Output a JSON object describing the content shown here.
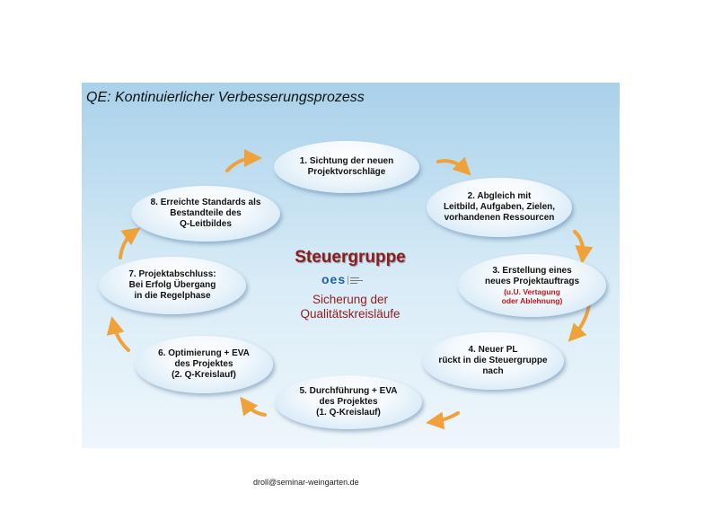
{
  "title": "QE: Kontinuierlicher Verbesserungsprozess",
  "center": {
    "title": "Steuergruppe",
    "logo_text": "oes",
    "subtitle_line1": "Sicherung der",
    "subtitle_line2": "Qualitätskreisläufe"
  },
  "steps": [
    {
      "lines": [
        "1. Sichtung der neuen",
        "Projektvorschläge"
      ]
    },
    {
      "lines": [
        "2. Abgleich mit",
        "Leitbild, Aufgaben, Zielen,",
        "vorhandenen Ressourcen"
      ]
    },
    {
      "lines": [
        "3. Erstellung eines",
        "neues Projektauftrags"
      ],
      "note": [
        "(u.U. Vertagung",
        "oder Ablehnung)"
      ]
    },
    {
      "lines": [
        "4. Neuer PL",
        "rückt in die Steuergruppe",
        "nach"
      ]
    },
    {
      "lines": [
        "5. Durchführung + EVA",
        "des Projektes",
        "(1. Q-Kreislauf)"
      ]
    },
    {
      "lines": [
        "6. Optimierung + EVA",
        "des Projektes",
        "(2. Q-Kreislauf)"
      ]
    },
    {
      "lines": [
        "7. Projektabschluss:",
        "Bei Erfolg Übergang",
        "in die Regelphase"
      ]
    },
    {
      "lines": [
        "8. Erreichte Standards als",
        "Bestandteile des",
        "Q-Leitbildes"
      ]
    }
  ],
  "footer": "droll@seminar-weingarten.de",
  "colors": {
    "arrow": "#f0a23a",
    "accent": "#8f1c1c",
    "note": "#c0161c"
  }
}
